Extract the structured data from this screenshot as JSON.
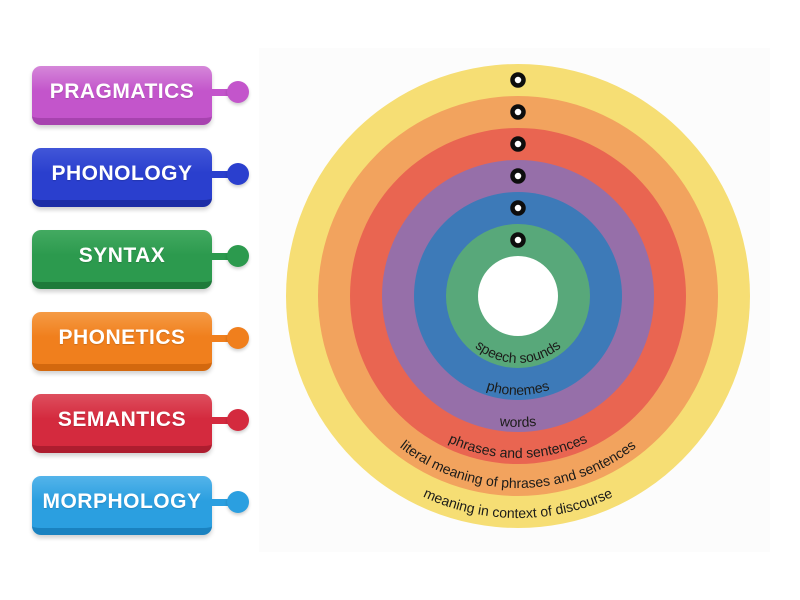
{
  "labels": {
    "items": [
      {
        "label": "PRAGMATICS",
        "color": {
          "top": "#d587d9",
          "main": "#c355cb",
          "ridge": "#a743af"
        }
      },
      {
        "label": "PHONOLOGY",
        "color": {
          "top": "#4156d8",
          "main": "#2a3fce",
          "ridge": "#1c2da6"
        }
      },
      {
        "label": "SYNTAX",
        "color": {
          "top": "#43aa61",
          "main": "#2c9a4e",
          "ridge": "#1e7a3a"
        }
      },
      {
        "label": "PHONETICS",
        "color": {
          "top": "#f59b45",
          "main": "#f07f1d",
          "ridge": "#d3680e"
        }
      },
      {
        "label": "SEMANTICS",
        "color": {
          "top": "#de4f5e",
          "main": "#d42a3e",
          "ridge": "#ad1d2f"
        }
      },
      {
        "label": "MORPHOLOGY",
        "color": {
          "top": "#54b4ea",
          "main": "#2b9fe0",
          "ridge": "#1a82c0"
        }
      }
    ]
  },
  "diagram": {
    "background": "#fcfcfc",
    "center_color": "#ffffff",
    "text_color": "#1c1c1a",
    "dot": {
      "fill": "#ffffff",
      "stroke": "#0d0d0d"
    },
    "rings": [
      {
        "label": "meaning in context of discourse",
        "color": "#f6de74"
      },
      {
        "label": "literal meaning of phrases and sentences",
        "color": "#f2a35e"
      },
      {
        "label": "phrases and sentences",
        "color": "#e96551"
      },
      {
        "label": "words",
        "color": "#966fa9"
      },
      {
        "label": "phonemes",
        "color": "#3d7ab8"
      },
      {
        "label": "speech sounds",
        "color": "#58a87a"
      }
    ]
  }
}
